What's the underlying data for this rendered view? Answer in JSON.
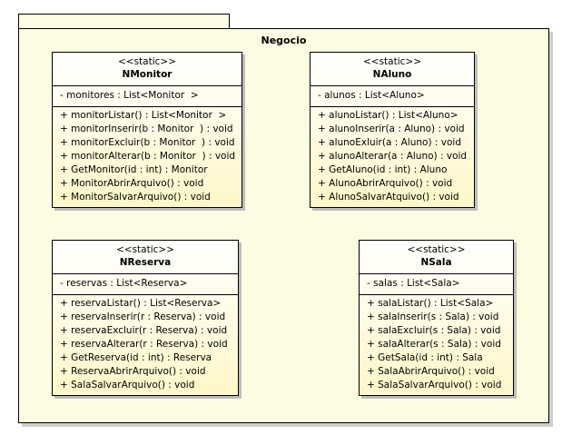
{
  "package": {
    "name": "Negocio",
    "classes": [
      {
        "stereotype": "<<static>>",
        "name": "NMonitor",
        "attributes": [
          "- monitores : List<Monitor  >"
        ],
        "operations": [
          "+ monitorListar() : List<Monitor  >",
          "+ monitorInserir(b : Monitor  ) : void",
          "+ monitorExcluir(b : Monitor  ) : void",
          "+ monitorAlterar(b : Monitor  ) : void",
          "+ GetMonitor(id : int) : Monitor",
          "+ MonitorAbrirArquivo() : void",
          "+ MonitorSalvarArquivo() : void"
        ]
      },
      {
        "stereotype": "<<static>>",
        "name": "NAluno",
        "attributes": [
          "- alunos : List<Aluno>"
        ],
        "operations": [
          "+ alunoListar() : List<Aluno>",
          "+ alunoInserir(a : Aluno) : void",
          "+ alunoExluir(a : Aluno) : void",
          "+ alunoAlterar(a : Aluno) : void",
          "+ GetAluno(id : int) : Aluno",
          "+ AlunoAbrirArquivo() : void",
          "+ AlunoSalvarAtquivo() : void"
        ]
      },
      {
        "stereotype": "<<static>>",
        "name": "NReserva",
        "attributes": [
          "- reservas : List<Reserva>"
        ],
        "operations": [
          "+ reservaListar() : List<Reserva>",
          "+ reservaInserir(r : Reserva) : void",
          "+ reservaExcluir(r : Reserva) : void",
          "+ reservaAlterar(r : Reserva) : void",
          "+ GetReserva(id : int) : Reserva",
          "+ ReservaAbrirArquivo() : void",
          "+ SalaSalvarArquivo() : void"
        ]
      },
      {
        "stereotype": "<<static>>",
        "name": "NSala",
        "attributes": [
          "- salas : List<Sala>"
        ],
        "operations": [
          "+ salaListar() : List<Sala>",
          "+ salaInserir(s : Sala) : void",
          "+ salaExcluir(s : Sala) : void",
          "+ salaAlterar(s : Sala) : void",
          "+ GetSala(id : int) : Sala",
          "+ SalaAbrirArquivo() : void",
          "+ SalaSalvarArquivo() : void"
        ]
      }
    ]
  },
  "colors": {
    "package_fill": "#fcfce2",
    "class_fill": "#fffbd6",
    "border": "#000000"
  }
}
